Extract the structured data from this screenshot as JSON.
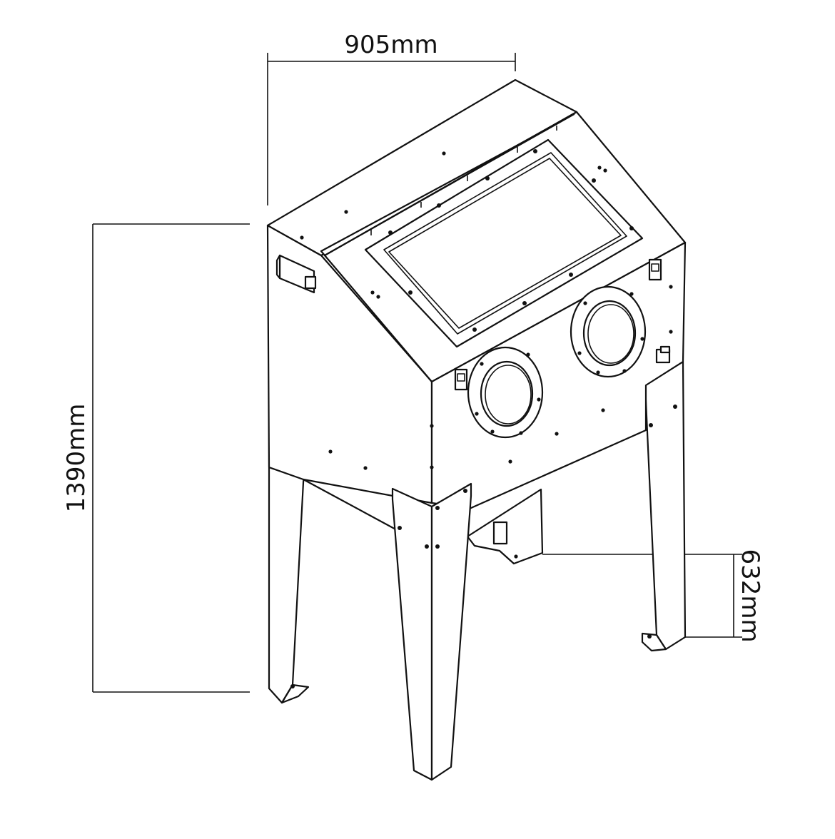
{
  "dimensions": {
    "width_label": "905mm",
    "height_label": "1390mm",
    "depth_label": "632mm"
  },
  "colors": {
    "line": "#111111",
    "background": "#ffffff"
  }
}
